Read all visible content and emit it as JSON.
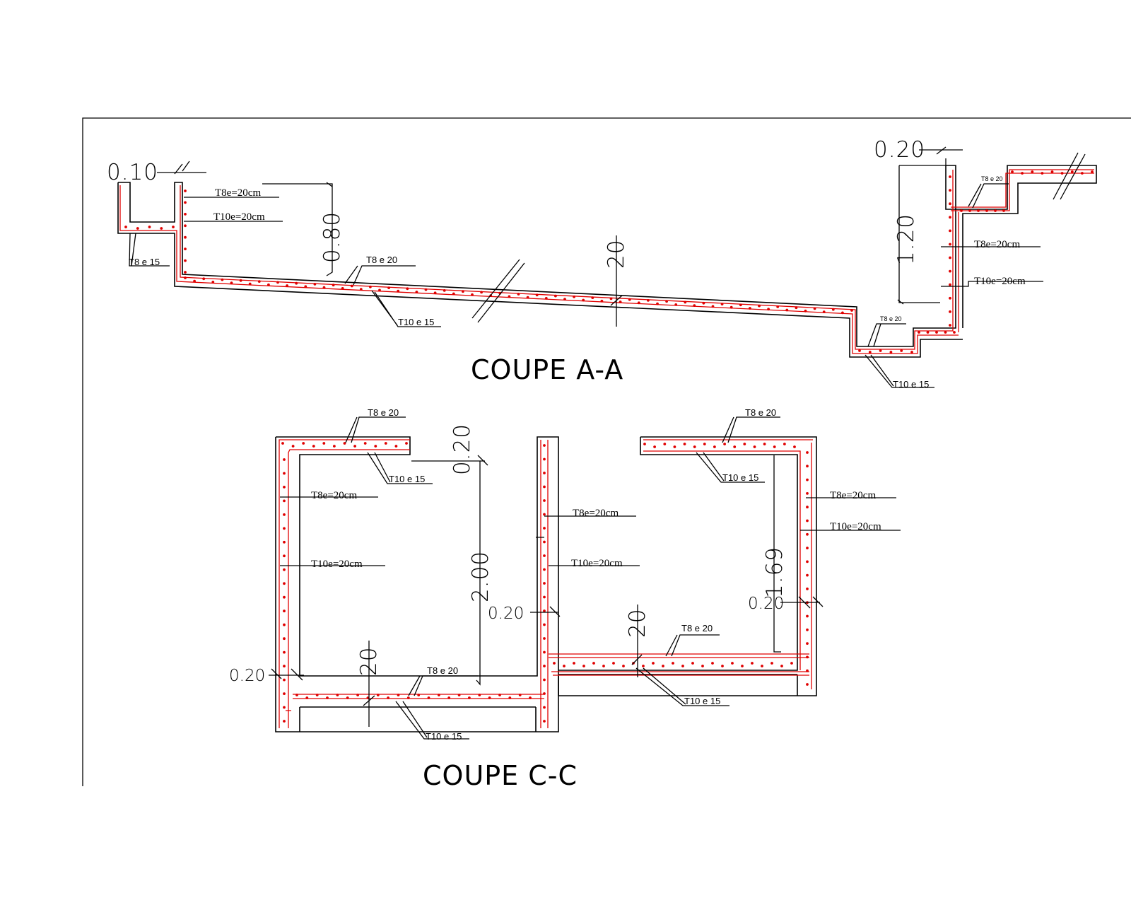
{
  "coupe_aa": {
    "title": "COUPE A-A",
    "dims": {
      "d010": "0.10",
      "d080": "0.80",
      "d20": "20",
      "d020": "0.20",
      "d120": "1.20"
    },
    "labels": {
      "t8_20cm_l": "T8e=20cm",
      "t10_20cm_l": "T10e=20cm",
      "t8e15": "T8 e 15",
      "t8e20_mid": "T8 e 20",
      "t10e15_mid": "T10 e 15",
      "t8e20_tr": "T8 e 20",
      "t8_20cm_r": "T8e=20cm",
      "t10_20cm_r": "T10e=20cm",
      "t8e20_step": "T8 e 20",
      "t10e15_r": "T10 e 15"
    }
  },
  "coupe_cc": {
    "title": "COUPE C-C",
    "dims": {
      "top020": "0.20",
      "d200": "2.00",
      "mid020": "0.20",
      "d20_r": "20",
      "d169": "1.69",
      "right020": "0.20",
      "left020": "0.20",
      "d20_l": "20"
    },
    "labels": {
      "t8e20_top_l": "T8 e 20",
      "t10e15_top_l": "T10 e 15",
      "t8_20cm_lw": "T8e=20cm",
      "t10_20cm_lw": "T10e=20cm",
      "t8_20cm_mw": "T8e=20cm",
      "t10_20cm_mw": "T10e=20cm",
      "t8e20_top_r": "T8 e 20",
      "t10e15_top_r": "T10 e 15",
      "t8_20cm_rw": "T8e=20cm",
      "t10_20cm_rw": "T10e=20cm",
      "t8e20_bot_r": "T8 e 20",
      "t10e15_bot_r": "T10 e 15",
      "t8e20_bot_l": "T8 e 20",
      "t10e15_bot_l": "T10 e 15"
    }
  },
  "colors": {
    "rebar": "#e00000",
    "line": "#000000"
  }
}
